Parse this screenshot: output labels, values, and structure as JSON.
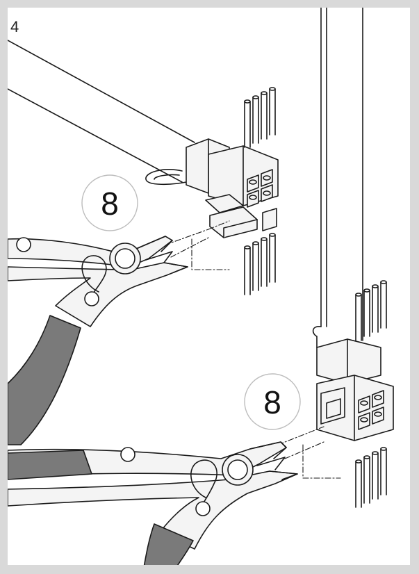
{
  "step": {
    "number": "4"
  },
  "callouts": [
    {
      "id": "upper",
      "quantity": "8"
    },
    {
      "id": "lower",
      "quantity": "8"
    }
  ],
  "colors": {
    "frame": "#d9d9d9",
    "background": "#ffffff",
    "line": "#1a1a1a",
    "handle": "#7a7a7a",
    "connector": "#f4f4f4"
  },
  "icons": [
    "diagonal-cutter-icon",
    "cable-connector-icon",
    "cut-pin-icon"
  ]
}
